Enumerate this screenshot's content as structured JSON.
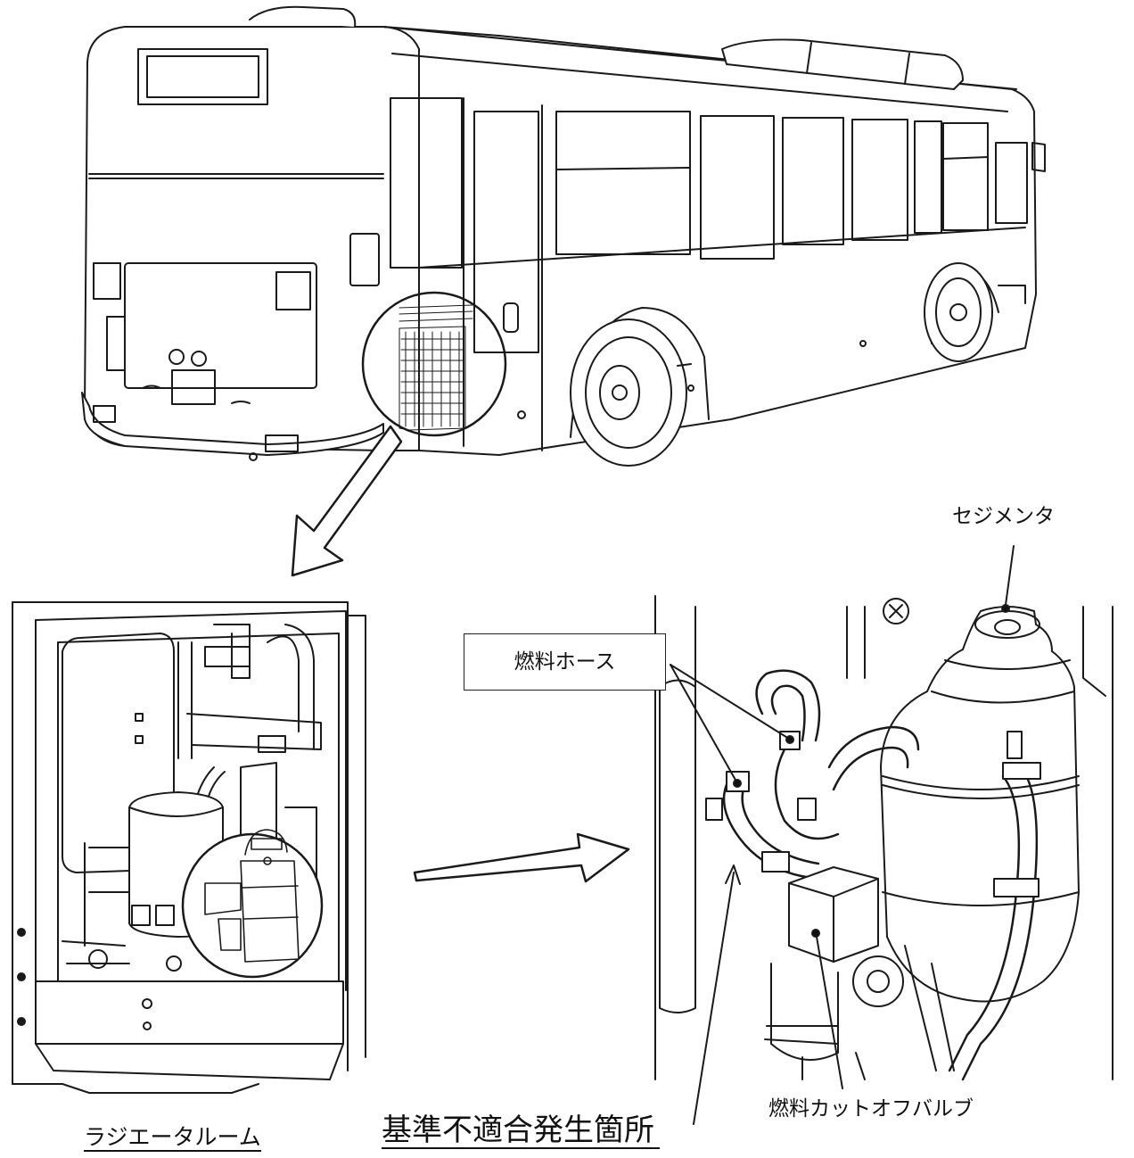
{
  "labels": {
    "sedimenter": "セジメンタ",
    "fuel_hose": "燃料ホース",
    "fuel_cutoff_valve": "燃料カットオフバルブ",
    "radiator_room": "ラジエータルーム",
    "nonconformity_location": "基準不適合発生箇所"
  }
}
